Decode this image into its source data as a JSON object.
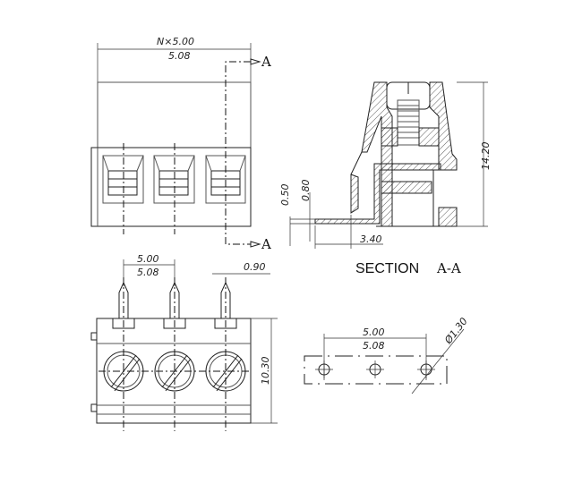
{
  "top_view": {
    "pitch_label_n": "N×5.00",
    "pitch_label": "5.08",
    "section_mark_top": "A",
    "section_mark_bottom": "A",
    "poles": 3
  },
  "section_view": {
    "dim_050": "0.50",
    "dim_080": "0.80",
    "dim_340": "3.40",
    "dim_1420": "14.20",
    "title": "SECTION",
    "title_suffix": "A-A"
  },
  "front_view": {
    "pitch_500": "5.00",
    "pitch_508": "5.08",
    "pin_width": "0.90",
    "height": "10.30"
  },
  "pcb_view": {
    "pitch_500": "5.00",
    "pitch_508": "5.08",
    "hole_diameter": "Ø1.30"
  }
}
